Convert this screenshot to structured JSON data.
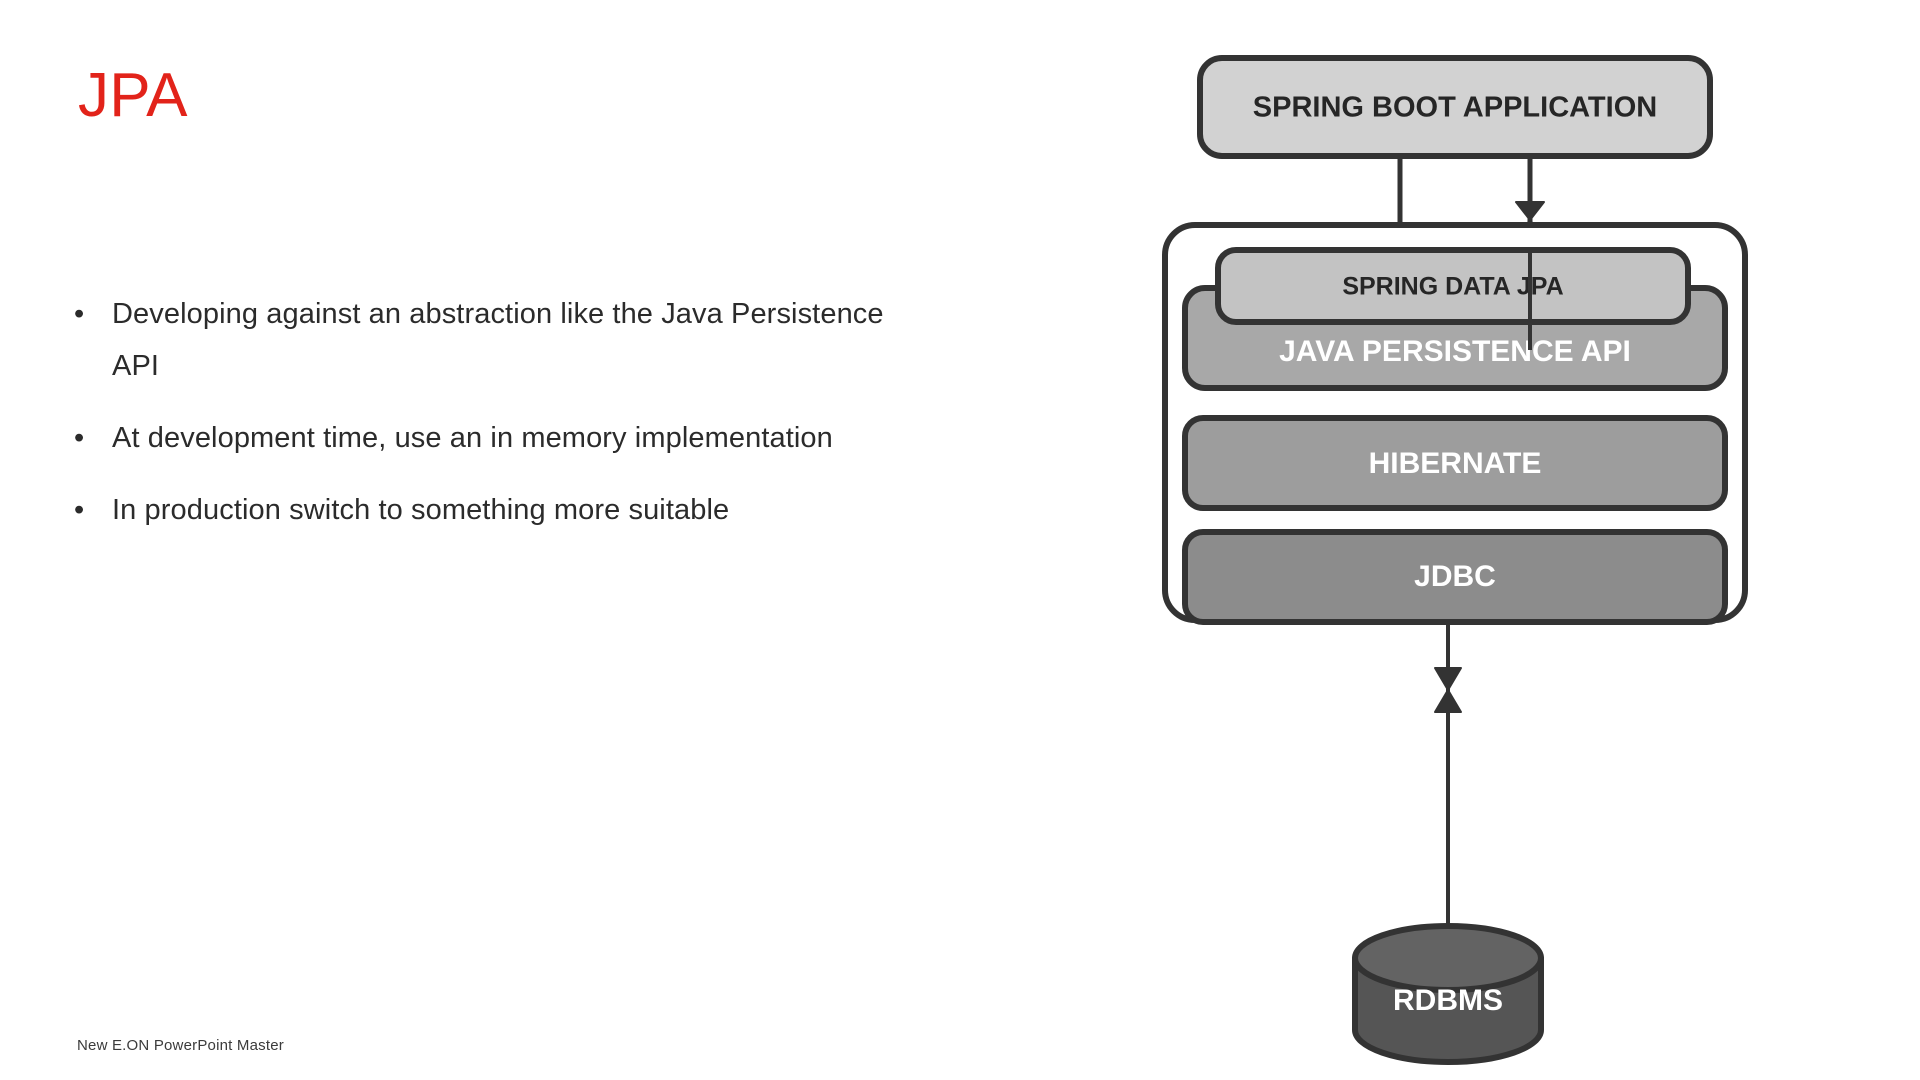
{
  "slide": {
    "title": "JPA",
    "title_color": "#e2231a",
    "background": "#ffffff",
    "footer": "New E.ON PowerPoint Master"
  },
  "bullets": {
    "marker": "•",
    "items": [
      "Developing against an abstraction like the Java Persistence API",
      "At development time, use an in memory implementation",
      "In production switch to something more suitable"
    ]
  },
  "diagram": {
    "title": "JPA layered architecture",
    "stroke_color": "#333333",
    "nodes": {
      "spring_boot_application": {
        "label": "SPRING BOOT APPLICATION",
        "fill": "#d2d2d2",
        "text_color": "#262626"
      },
      "container": {
        "label": "",
        "fill": "#ffffff"
      },
      "spring_data_jpa": {
        "label": "SPRING DATA JPA",
        "fill": "#c3c3c3",
        "text_color": "#262626"
      },
      "java_persistence_api": {
        "label": "JAVA PERSISTENCE API",
        "fill": "#a8a8a8",
        "text_color": "#ffffff"
      },
      "hibernate": {
        "label": "HIBERNATE",
        "fill": "#9d9d9d",
        "text_color": "#ffffff"
      },
      "jdbc": {
        "label": "JDBC",
        "fill": "#8c8c8c",
        "text_color": "#ffffff"
      },
      "rdbms": {
        "label": "RDBMS",
        "fill": "#555555",
        "top_fill": "#636363",
        "text_color": "#ffffff"
      }
    },
    "connectors": [
      {
        "name": "app-to-spring-data-jpa",
        "from": "spring_boot_application",
        "to": "spring_data_jpa",
        "arrowhead": "bowtie"
      },
      {
        "name": "app-to-java-persistence-api",
        "from": "spring_boot_application",
        "to": "java_persistence_api",
        "arrowhead": "diamond"
      },
      {
        "name": "container-to-rdbms",
        "from": "container",
        "to": "rdbms",
        "arrowhead": "bowtie"
      }
    ]
  }
}
